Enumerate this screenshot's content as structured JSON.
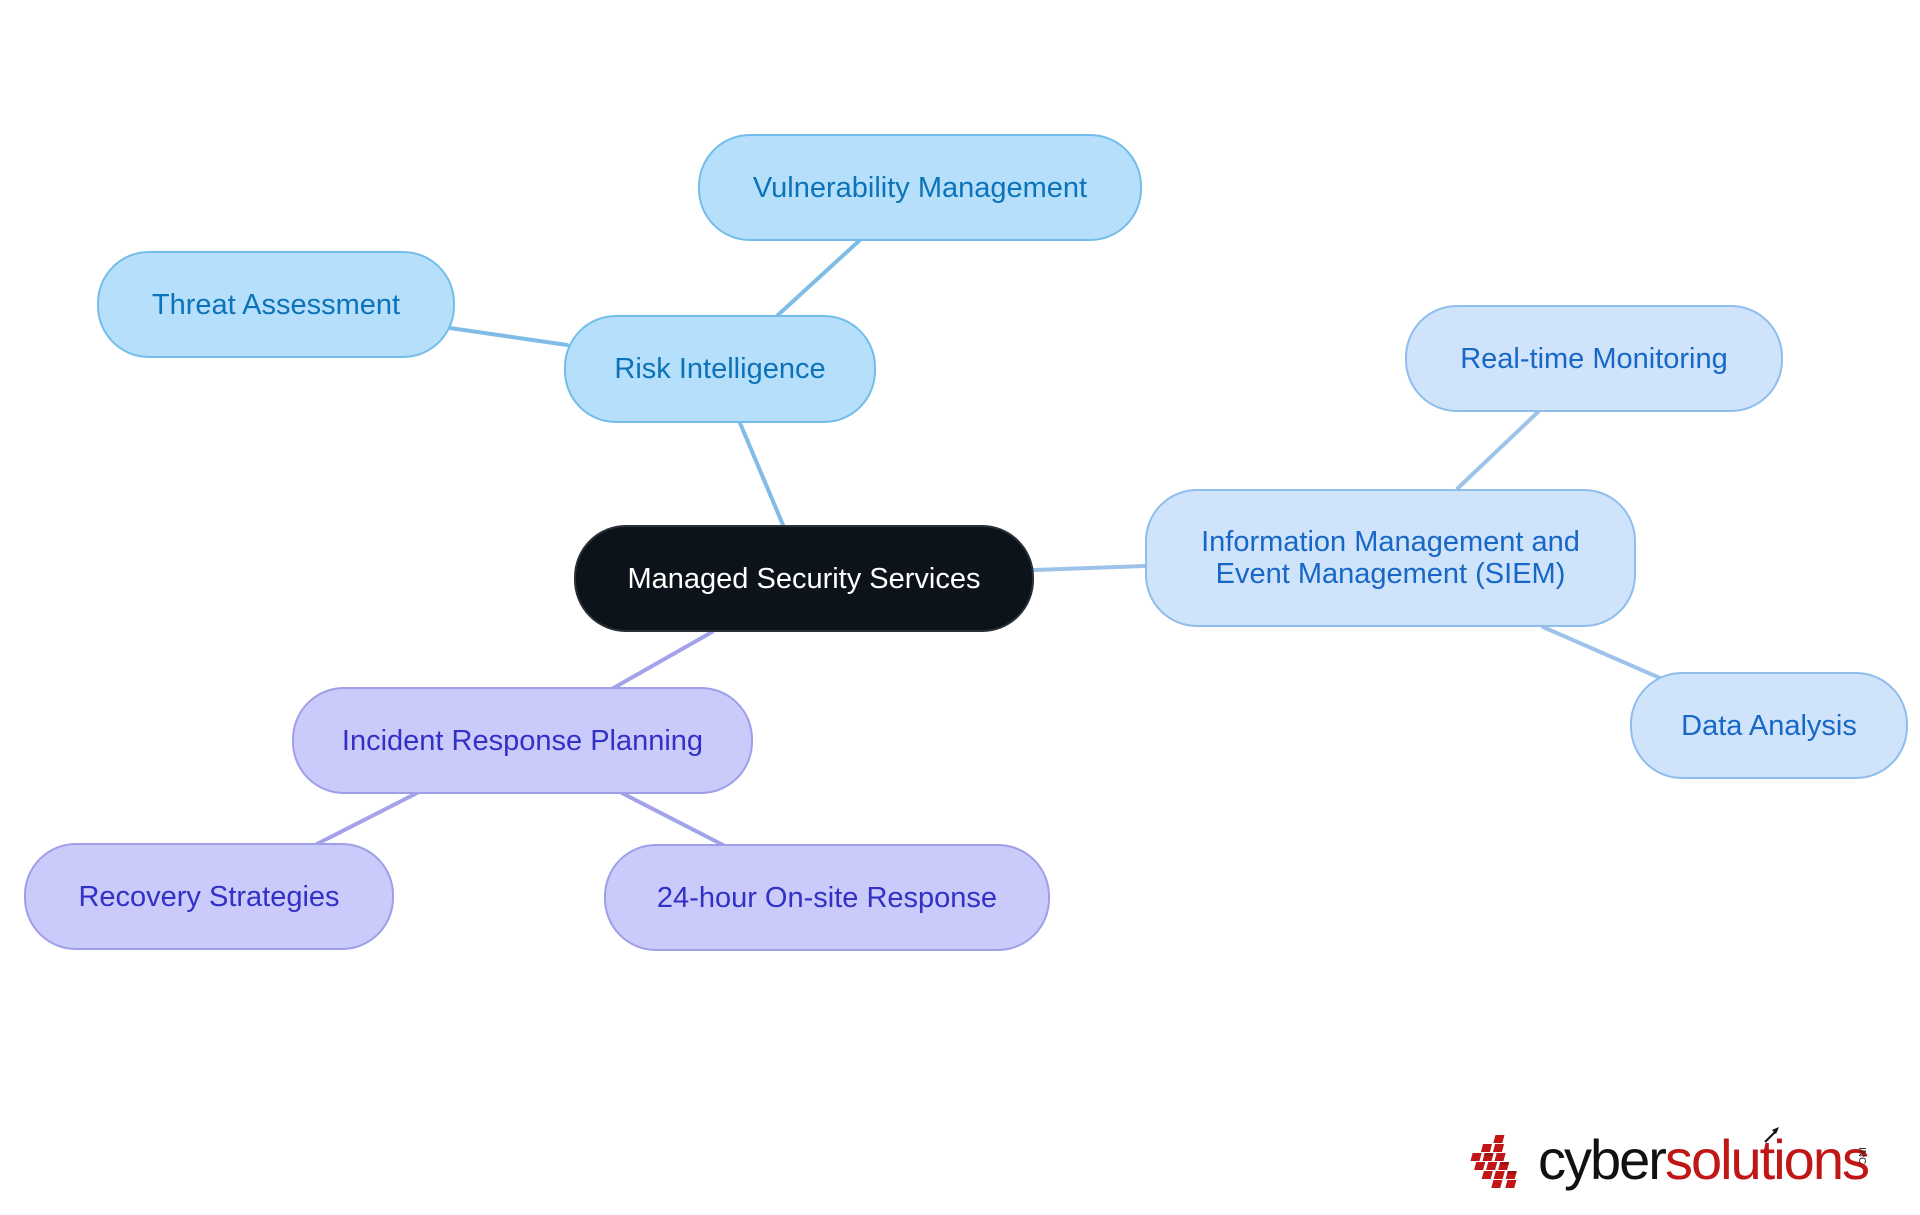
{
  "diagram": {
    "root": {
      "label": "Managed Security Services"
    },
    "risk_intelligence": {
      "label": "Risk Intelligence",
      "children": [
        {
          "label": "Vulnerability Management"
        },
        {
          "label": "Threat Assessment"
        }
      ]
    },
    "siem": {
      "label": "Information Management and Event Management (SIEM)",
      "children": [
        {
          "label": "Real-time Monitoring"
        },
        {
          "label": "Data Analysis"
        }
      ]
    },
    "incident_response": {
      "label": "Incident Response Planning",
      "children": [
        {
          "label": "Recovery Strategies"
        },
        {
          "label": "24-hour On-site Response"
        }
      ]
    }
  },
  "colors": {
    "root_fill": "#0d131b",
    "blue_fill": "#b5dffb",
    "blue_text": "#0d73b8",
    "siem_fill": "#cfe3fb",
    "siem_text": "#1767c6",
    "purple_fill": "#cacafb",
    "purple_text": "#3131c6"
  },
  "logo": {
    "cyber": "cyber",
    "solutions": "solutions",
    "inc": "INC"
  }
}
